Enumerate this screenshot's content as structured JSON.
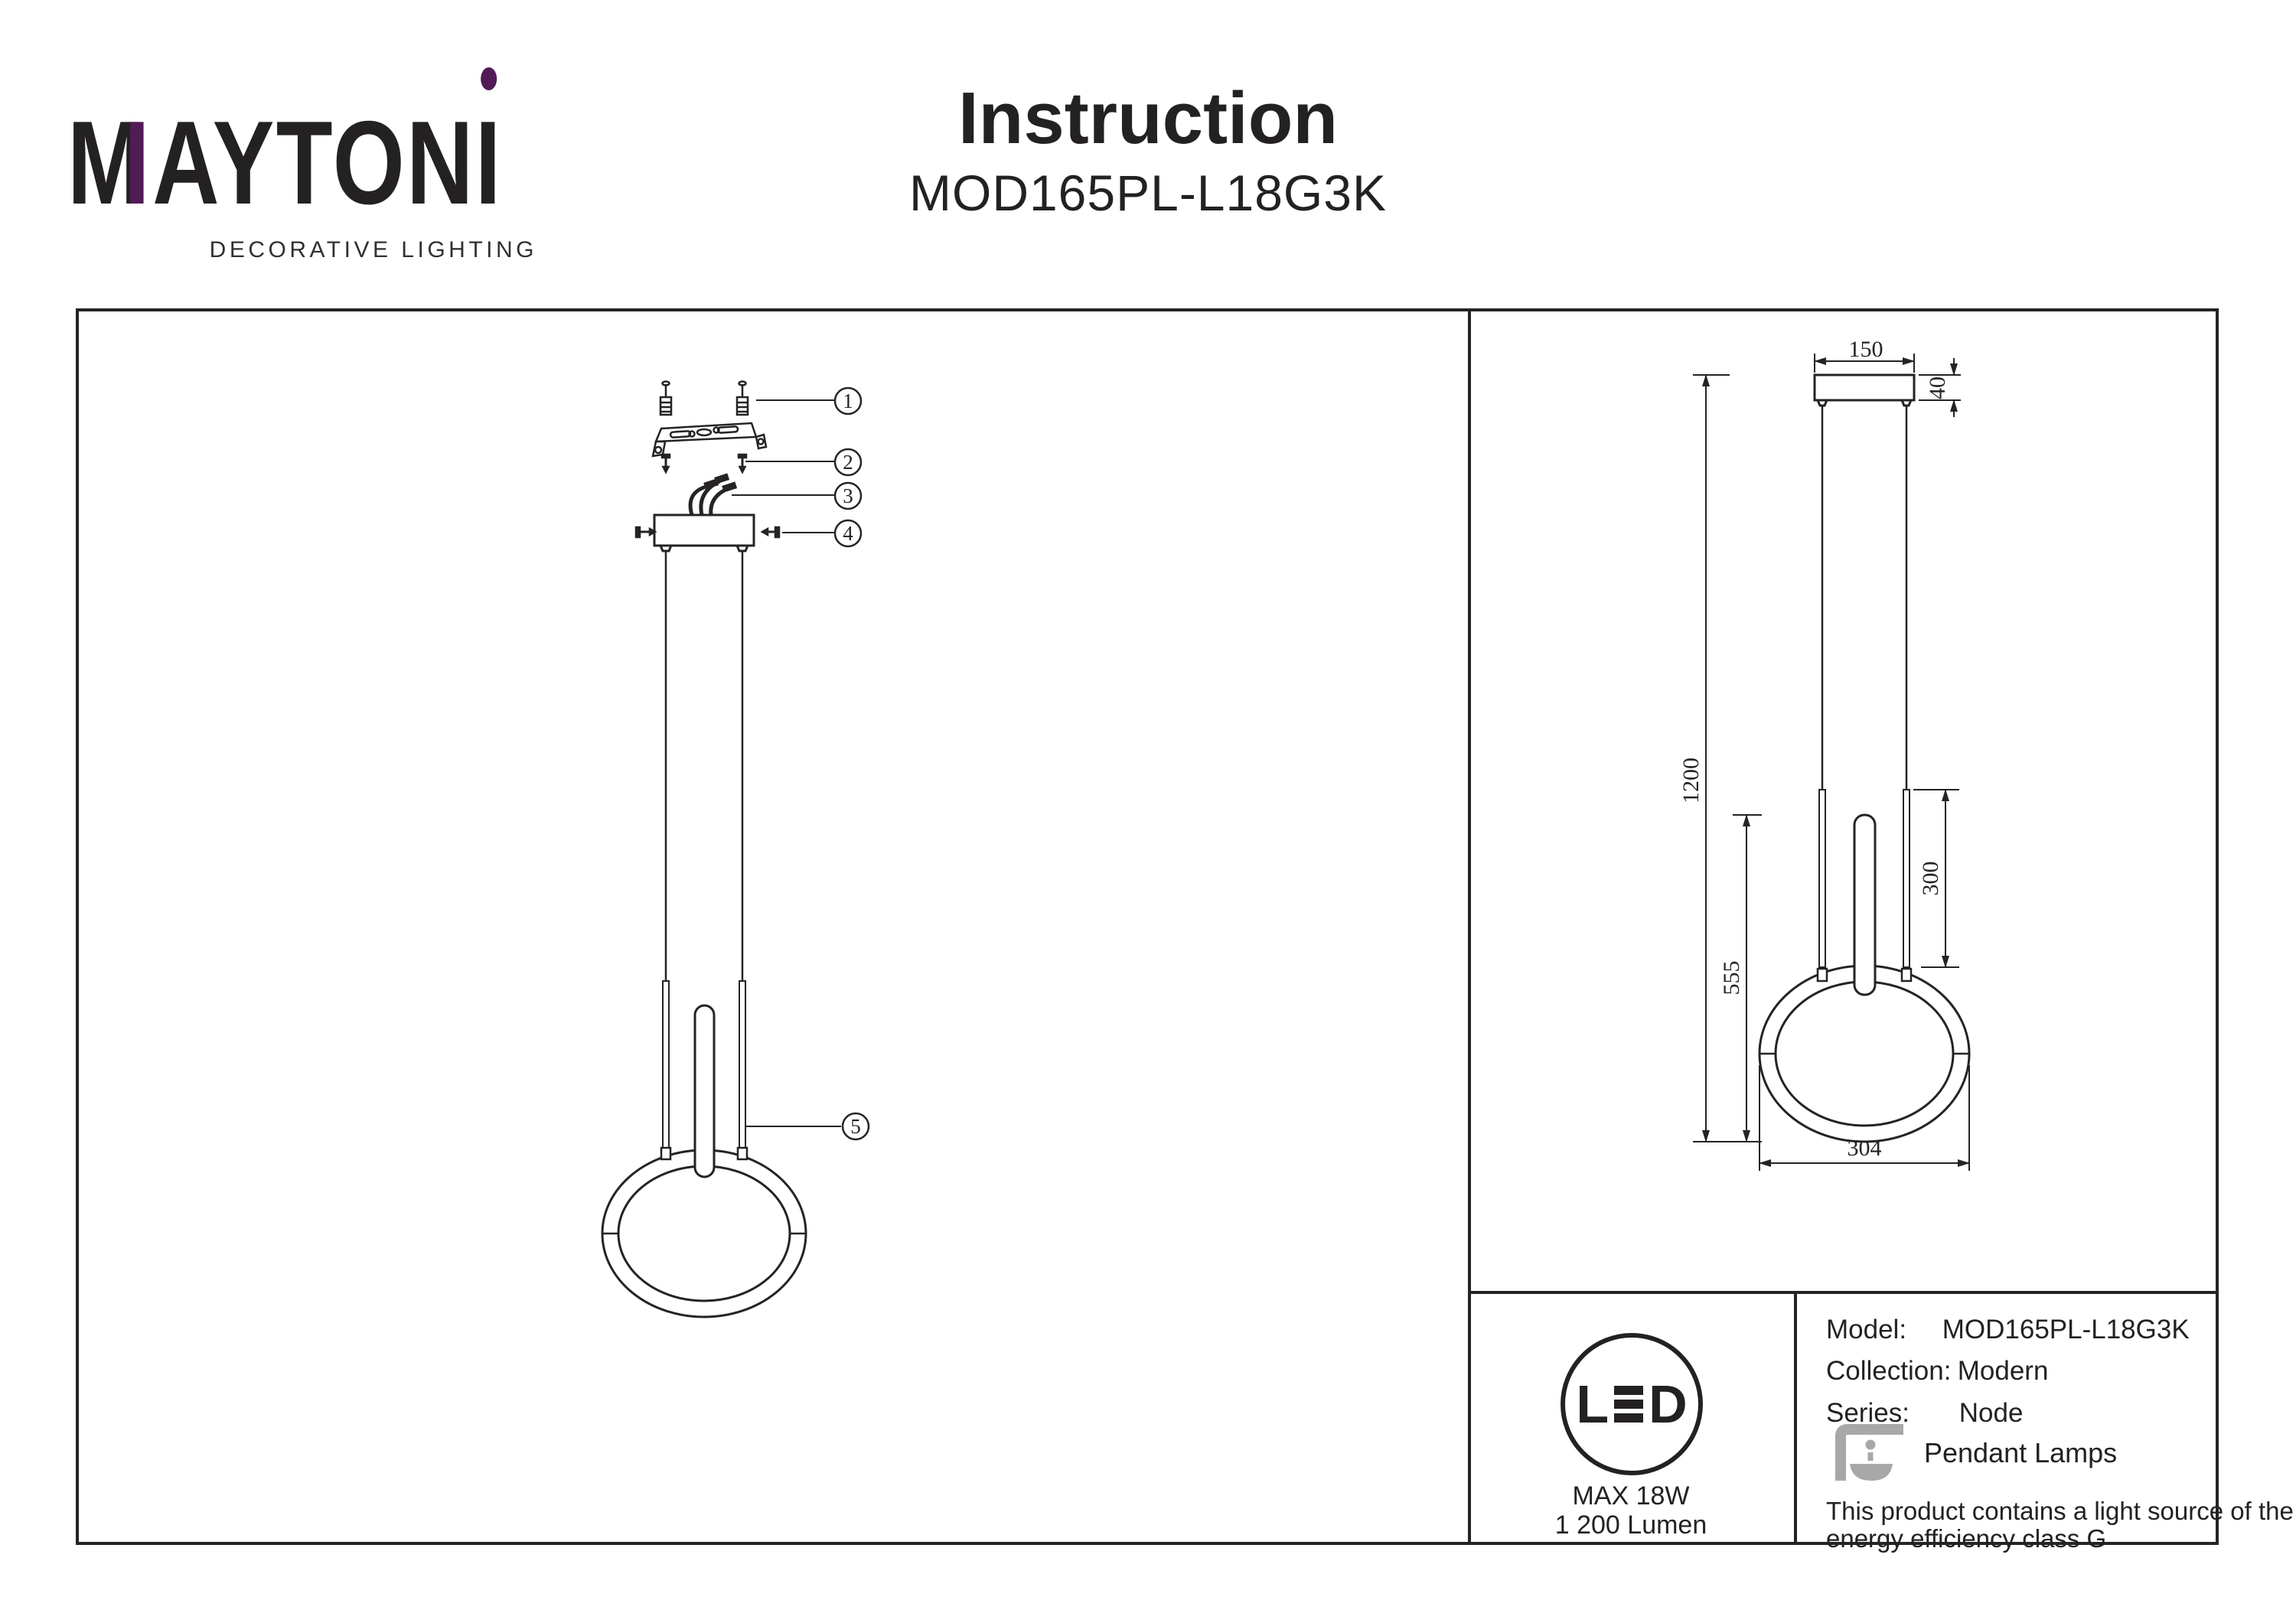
{
  "colors": {
    "accent_purple": "#521b57",
    "line_dark": "#262324",
    "icon_gray": "#a8a8a8"
  },
  "logo": {
    "m": "M",
    "accent_bar": "I",
    "mid": "AYTON",
    "final_i": "I",
    "tagline": "DECORATIVE LIGHTING"
  },
  "header": {
    "title": "Instruction",
    "model": "MOD165PL-L18G3K"
  },
  "assembly_panel": {
    "callouts": [
      {
        "n": "1",
        "part": "wall-anchors"
      },
      {
        "n": "2",
        "part": "mounting-screws"
      },
      {
        "n": "3",
        "part": "supply-wires"
      },
      {
        "n": "4",
        "part": "canopy-set-screws"
      },
      {
        "n": "5",
        "part": "suspension-cable"
      }
    ]
  },
  "dimension_panel": {
    "canopy_width_mm": "150",
    "canopy_height_mm": "40",
    "max_drop_mm": "1200",
    "fixture_height_mm": "555",
    "rod_length_mm": "300",
    "ring_width_mm": "304"
  },
  "info_panel": {
    "led": {
      "l": "L",
      "d": "D",
      "max_power": "MAX 18W",
      "luminous_flux": "1 200 Lumen"
    },
    "specs": [
      {
        "label": "Model:",
        "value": "MOD165PL-L18G3K"
      },
      {
        "label": "Collection:",
        "value": "Modern"
      },
      {
        "label": "Series:",
        "value": "Node"
      }
    ],
    "category": "Pendant Lamps",
    "energy_note_line1": "This product contains a light source of the",
    "energy_note_line2": "energy efficiency class G"
  }
}
